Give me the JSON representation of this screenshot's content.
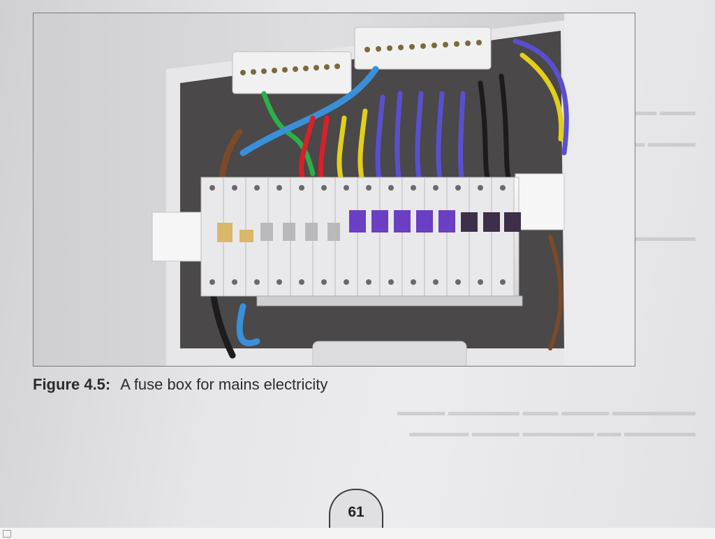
{
  "figure": {
    "label": "Figure 4.5:",
    "caption": "A fuse box for mains electricity"
  },
  "page_number": "61"
}
